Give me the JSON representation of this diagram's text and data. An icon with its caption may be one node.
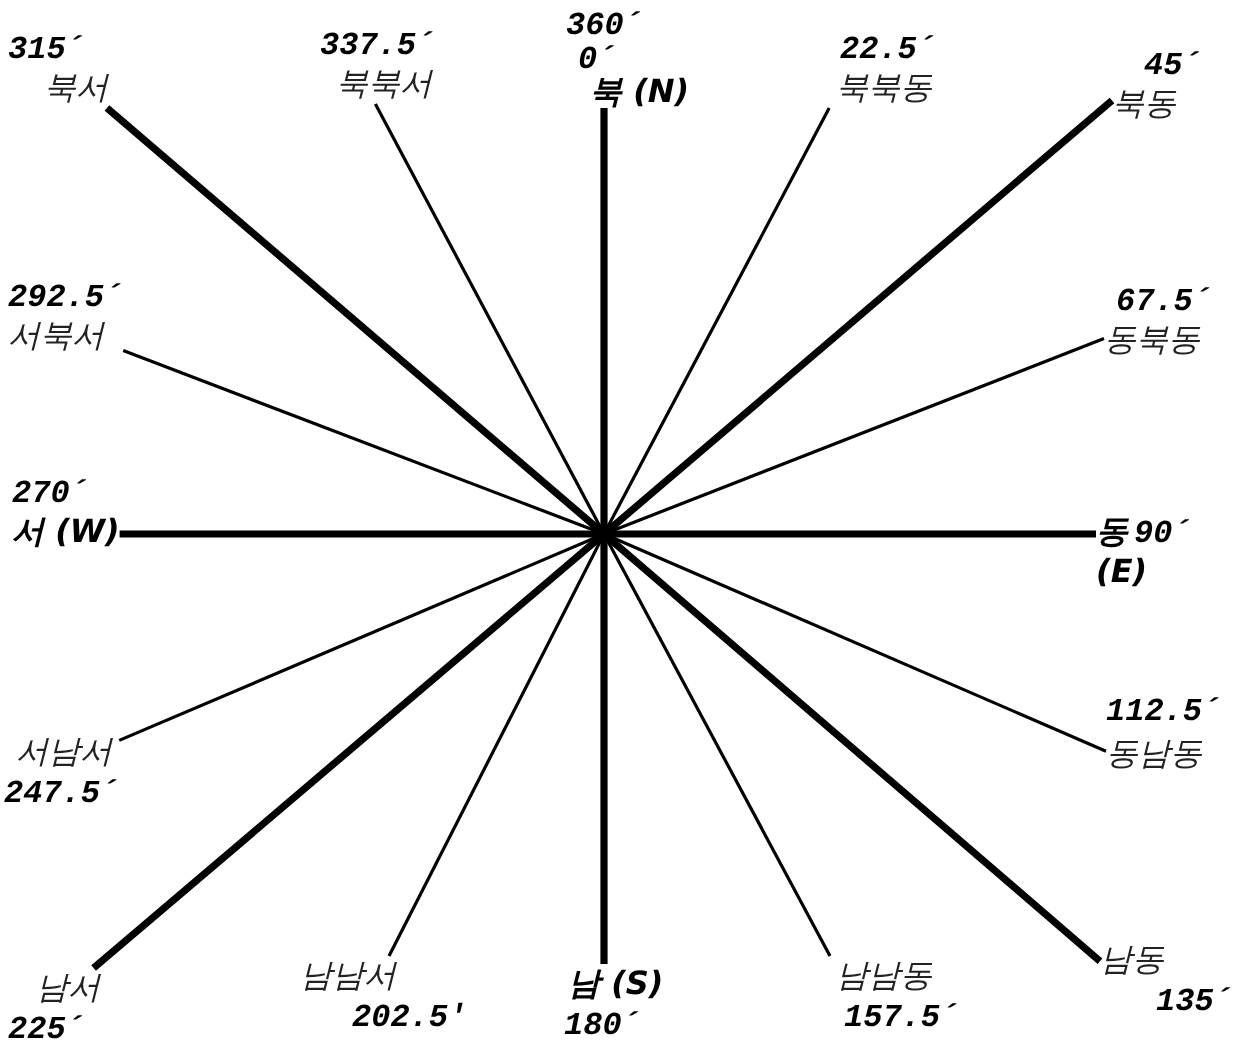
{
  "diagram": {
    "nodes": [
      {
        "text": [
          "315´",
          "북서"
        ]
      },
      {
        "text": [
          "337.5´",
          "북북서"
        ]
      },
      {
        "text": [
          "360´",
          "0´",
          "북 (N)"
        ]
      },
      {
        "text": [
          "22.5´",
          "북북동"
        ]
      },
      {
        "text": [
          "45´",
          "북동"
        ]
      },
      {
        "text": [
          "292.5´",
          "서북서"
        ]
      },
      {
        "text": [
          "67.5´",
          "동북동"
        ]
      },
      {
        "text": [
          "270´",
          "서 (W)"
        ]
      },
      {
        "text": [
          "동",
          "90´",
          "(E)"
        ]
      },
      {
        "text": [
          "서남서",
          "247.5´"
        ]
      },
      {
        "text": [
          "112.5´",
          "동남동"
        ]
      },
      {
        "text": [
          "남서",
          "225´"
        ]
      },
      {
        "text": [
          "남남서",
          "202.5'"
        ]
      },
      {
        "text": [
          "남 (S)",
          "180´"
        ]
      },
      {
        "text": [
          "남남동",
          "157.5´"
        ]
      },
      {
        "text": [
          "남동",
          "135´"
        ]
      }
    ],
    "edges": [
      {
        "from": 0,
        "to": 15,
        "arrow": "none",
        "style": "thick"
      },
      {
        "from": 1,
        "to": 14,
        "arrow": "none"
      },
      {
        "from": 2,
        "to": 13,
        "arrow": "none",
        "style": "thick"
      },
      {
        "from": 3,
        "to": 12,
        "arrow": "none"
      },
      {
        "from": 4,
        "to": 11,
        "arrow": "none",
        "style": "thick"
      },
      {
        "from": 5,
        "to": 10,
        "arrow": "none"
      },
      {
        "from": 6,
        "to": 9,
        "arrow": "none"
      },
      {
        "from": 7,
        "to": 8,
        "arrow": "none",
        "style": "thick"
      }
    ]
  }
}
